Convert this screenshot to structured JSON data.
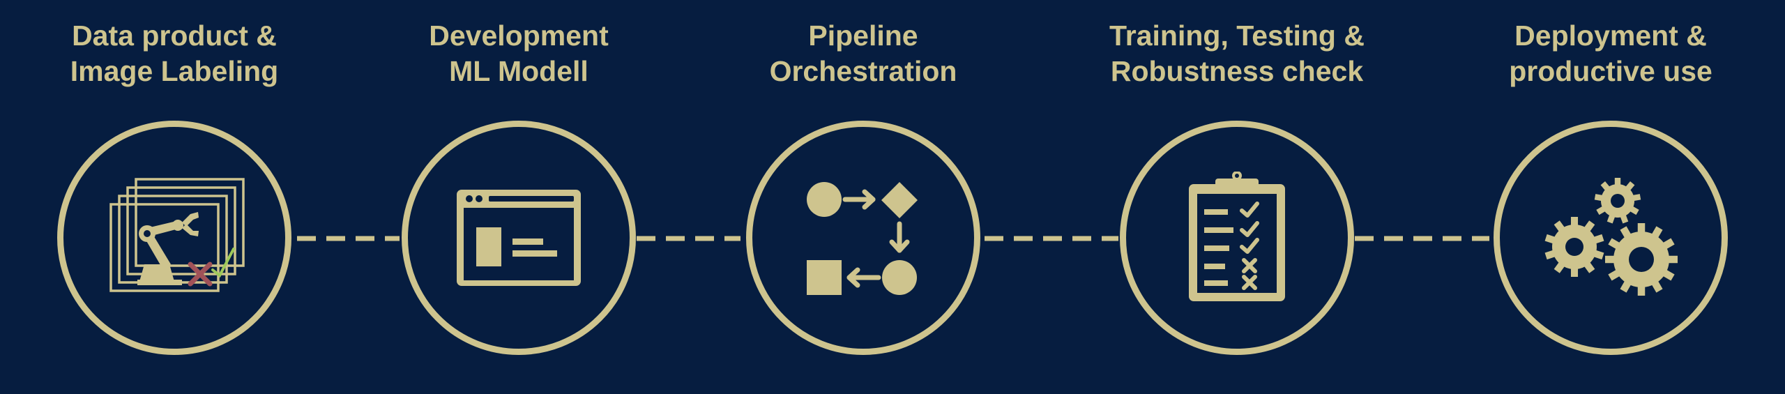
{
  "colors": {
    "background": "#061d40",
    "accent": "#cec48e",
    "cross": "#a05258",
    "check": "#9ec95a"
  },
  "steps": [
    {
      "line1": "Data product &",
      "line2": "Image Labeling",
      "icon": "robot-arm-image-stack-icon"
    },
    {
      "line1": "Development",
      "line2": "ML Modell",
      "icon": "browser-window-icon"
    },
    {
      "line1": "Pipeline",
      "line2": "Orchestration",
      "icon": "flowchart-icon"
    },
    {
      "line1": "Training, Testing &",
      "line2": "Robustness check",
      "icon": "clipboard-checklist-icon"
    },
    {
      "line1": "Deployment &",
      "line2": "productive use",
      "icon": "gears-icon"
    }
  ]
}
